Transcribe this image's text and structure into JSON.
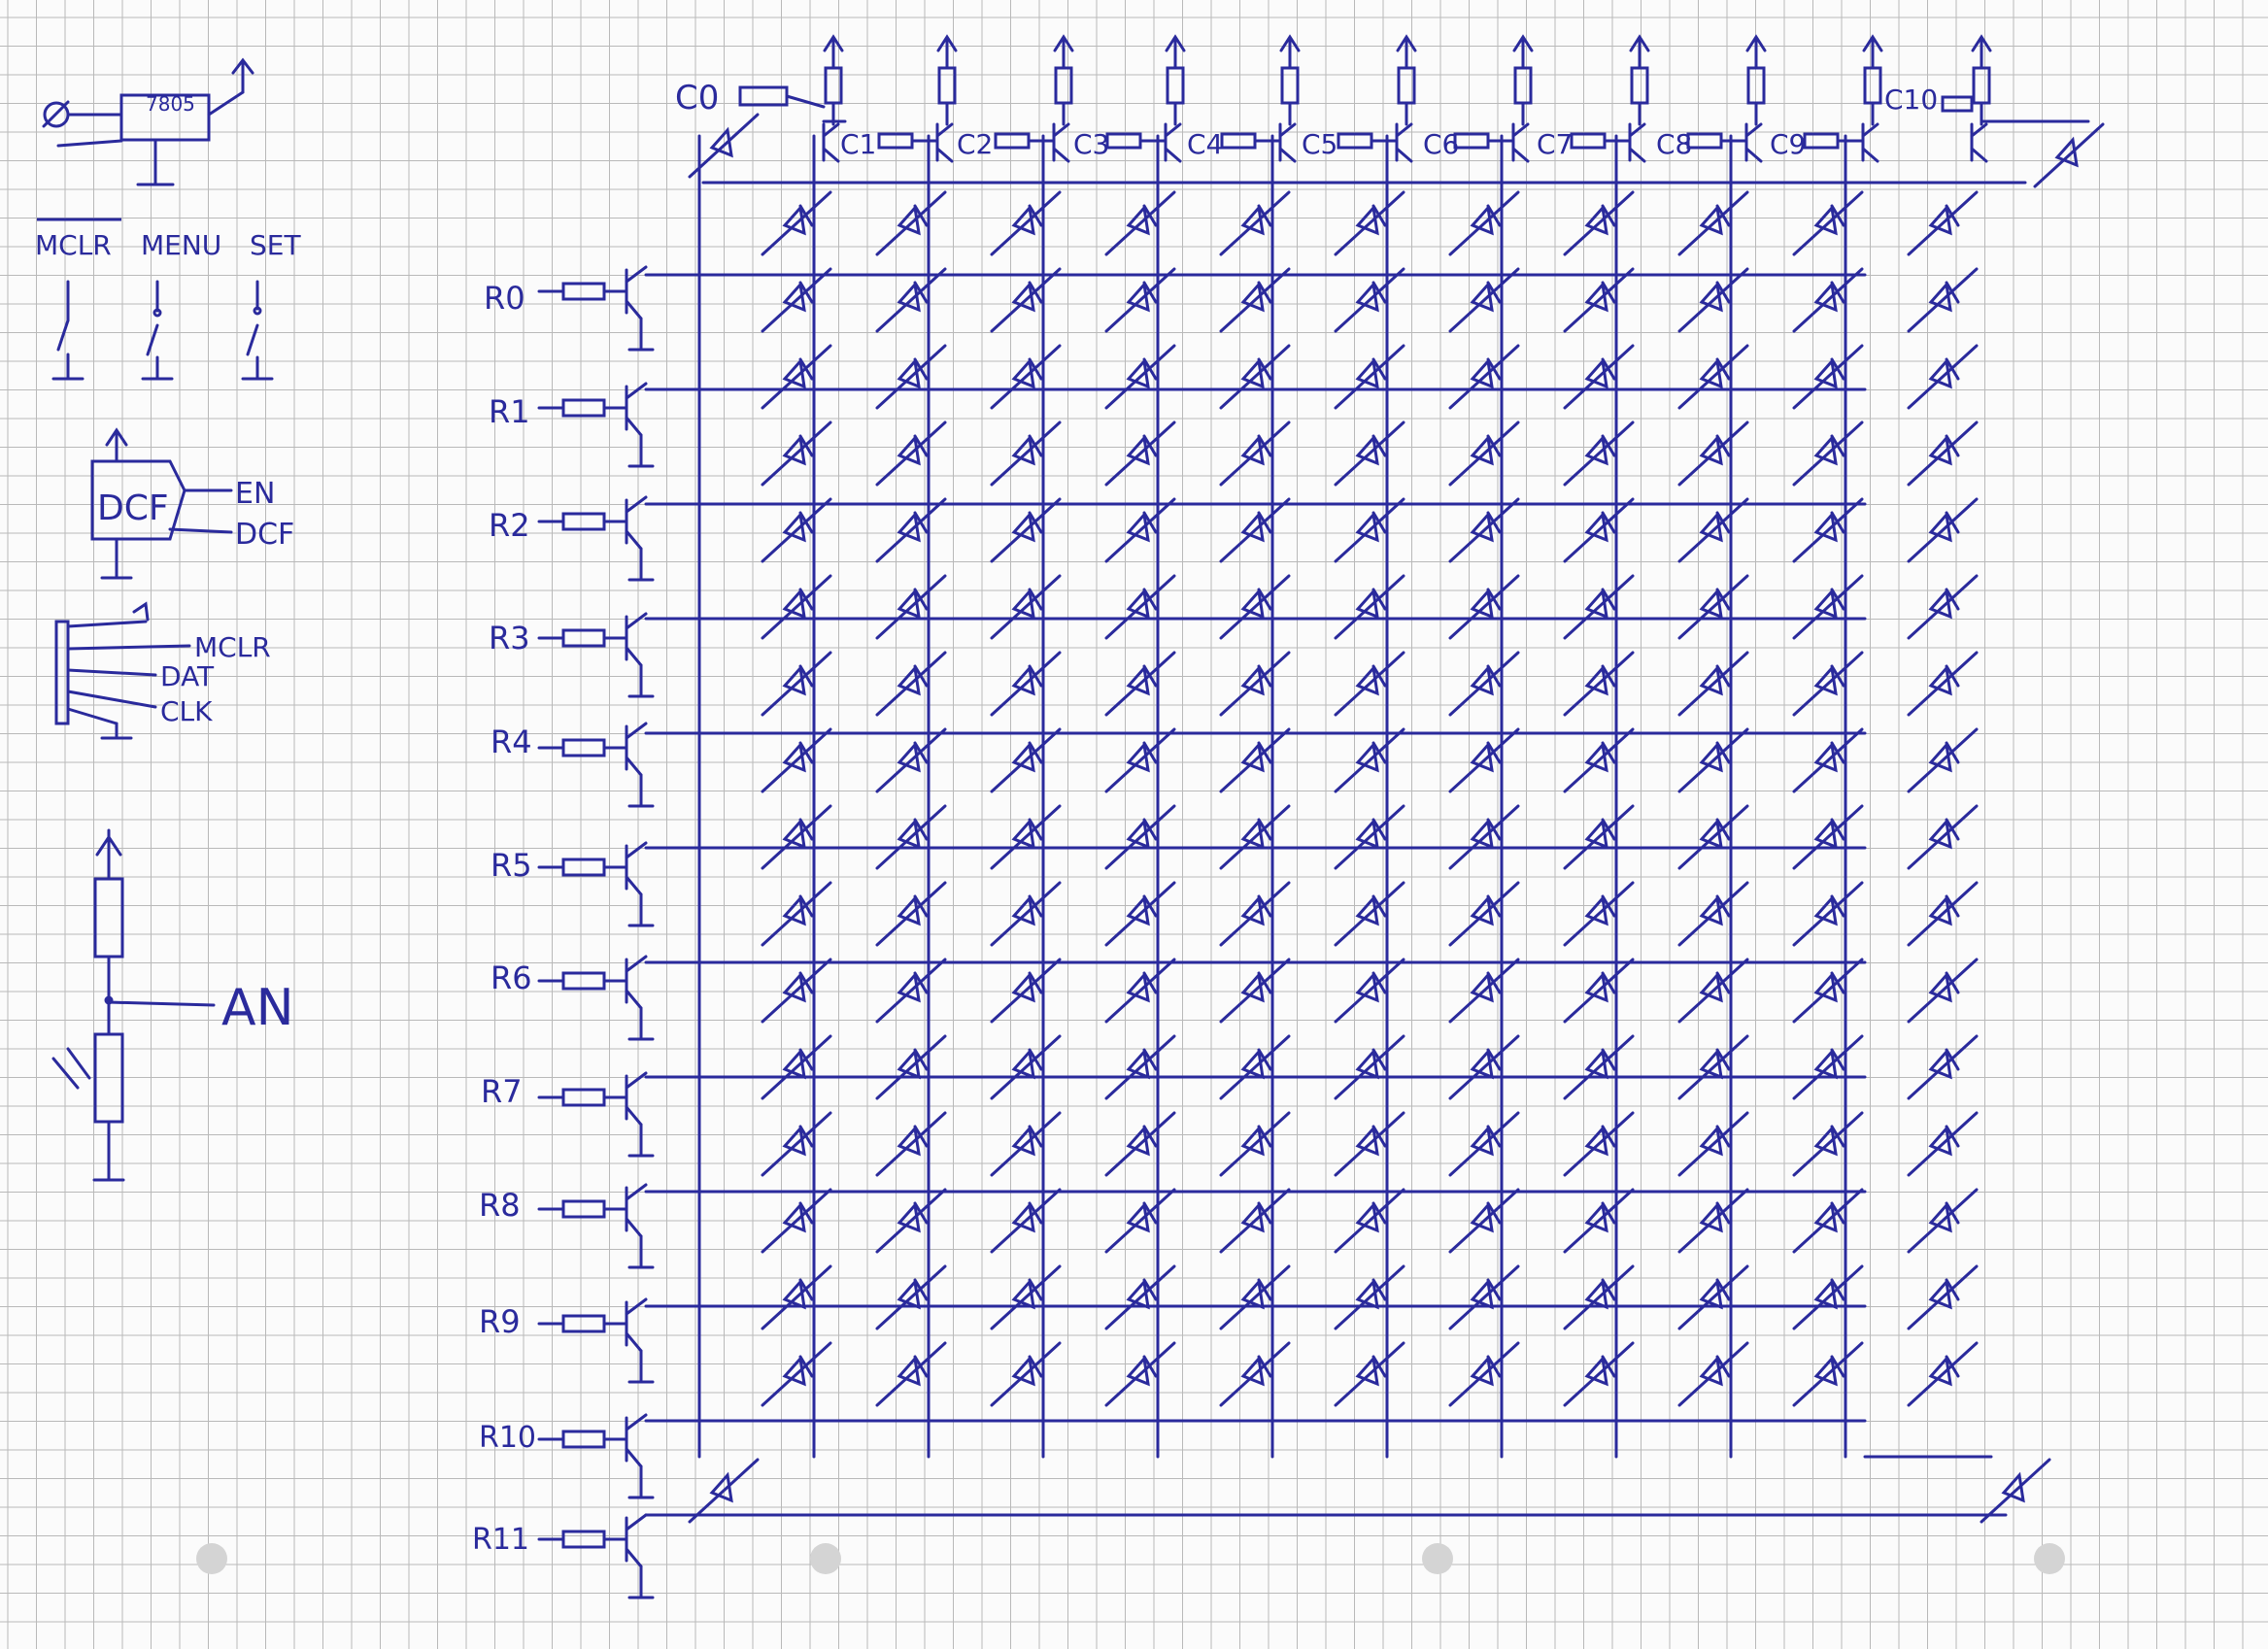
{
  "colors": {
    "paper": "#fbfbfb",
    "grid": "#b9b9b9",
    "ink": "#2a2a9c"
  },
  "regulator": {
    "label": "7805"
  },
  "buttons": [
    {
      "label": "MCLR"
    },
    {
      "label": "MENU"
    },
    {
      "label": "SET"
    }
  ],
  "dcf_module": {
    "label": "DCF",
    "pins": [
      "EN",
      "DCF"
    ]
  },
  "programming_header": {
    "pins": [
      "MCLR",
      "DAT",
      "CLK"
    ]
  },
  "light_sensor": {
    "pin": "AN"
  },
  "column_labels": [
    "C0",
    "C1",
    "C2",
    "C3",
    "C4",
    "C5",
    "C6",
    "C7",
    "C8",
    "C9",
    "C10"
  ],
  "row_labels": [
    "R0",
    "R1",
    "R2",
    "R3",
    "R4",
    "R5",
    "R6",
    "R7",
    "R8",
    "R9",
    "R10",
    "R11"
  ],
  "matrix": {
    "columns": 10,
    "rows": 10
  }
}
